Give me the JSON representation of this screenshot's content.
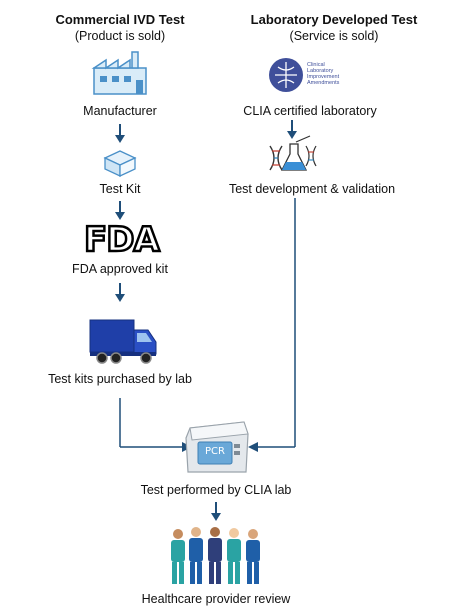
{
  "left_column": {
    "title": "Commercial IVD Test",
    "subtitle": "(Product is sold)",
    "steps": [
      "Manufacturer",
      "Test Kit",
      "FDA approved kit",
      "Test kits purchased by lab"
    ]
  },
  "right_column": {
    "title": "Laboratory Developed Test",
    "subtitle": "(Service is sold)",
    "steps": [
      "CLIA certified laboratory",
      "Test development & validation"
    ],
    "clia_logo_lines": [
      "Clinical",
      "Laboratory",
      "Improvement",
      "Amendments"
    ]
  },
  "fda_logo_text": "FDA",
  "pcr_label": "PCR",
  "final_steps": [
    "Test performed by CLIA lab",
    "Healthcare provider review"
  ],
  "colors": {
    "arrow": "#1f4e79",
    "icon_blue": "#4a90c8",
    "truck_blue": "#1f3fa8",
    "scrub_teal": "#2aa3a3"
  },
  "icons": [
    "factory-icon",
    "box-icon",
    "fda-logo",
    "truck-icon",
    "clia-logo",
    "dna-flask-icon",
    "pcr-machine-icon",
    "healthcare-team-icon"
  ]
}
